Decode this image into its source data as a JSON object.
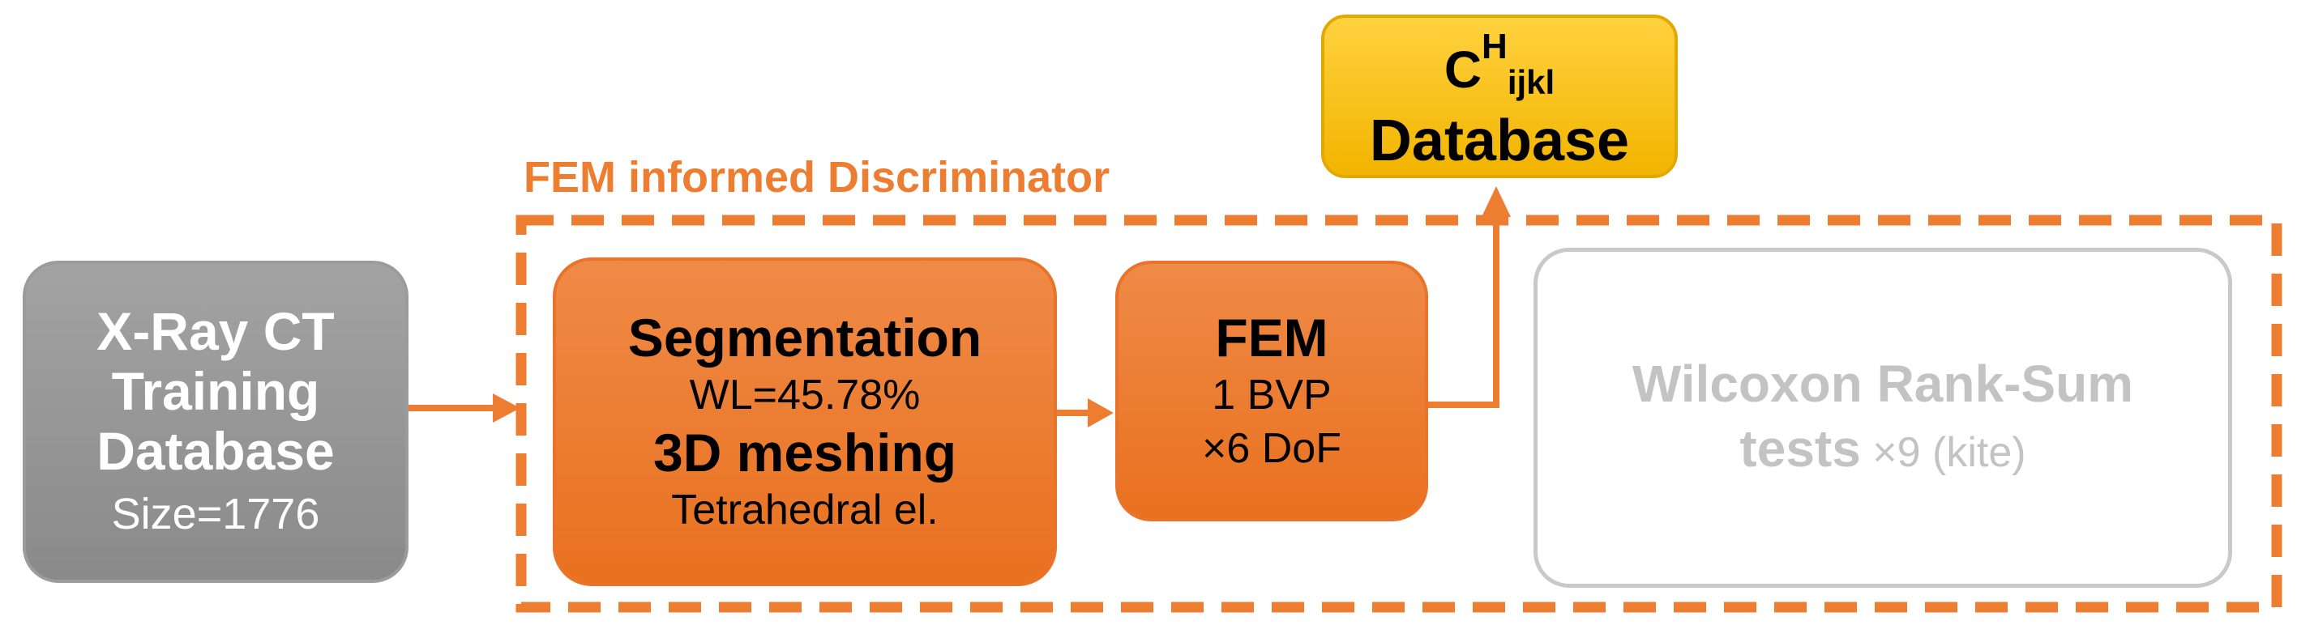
{
  "colors": {
    "orange_accent": "#ED7D31",
    "gray_box": "#999999",
    "gold_box": "#FFC000",
    "disabled_text": "#C3C3C3"
  },
  "group": {
    "title": "FEM informed Discriminator"
  },
  "xray_box": {
    "lines": [
      "X-Ray CT",
      "Training",
      "Database"
    ],
    "size_label": "Size=1776"
  },
  "segmentation_box": {
    "title": "Segmentation",
    "detail": "WL=45.78%",
    "subtitle": "3D meshing",
    "subdetail": "Tetrahedral el."
  },
  "fem_box": {
    "title": "FEM",
    "line1": "1 BVP",
    "line2": "×6 DoF"
  },
  "wilcoxon_box": {
    "title": "Wilcoxon Rank-Sum",
    "line2_bold": "tests",
    "line2_rest": "×9 (kite)"
  },
  "database_box": {
    "symbol_base": "C",
    "symbol_sup": "H",
    "symbol_sub": "ijkl",
    "label": "Database"
  }
}
